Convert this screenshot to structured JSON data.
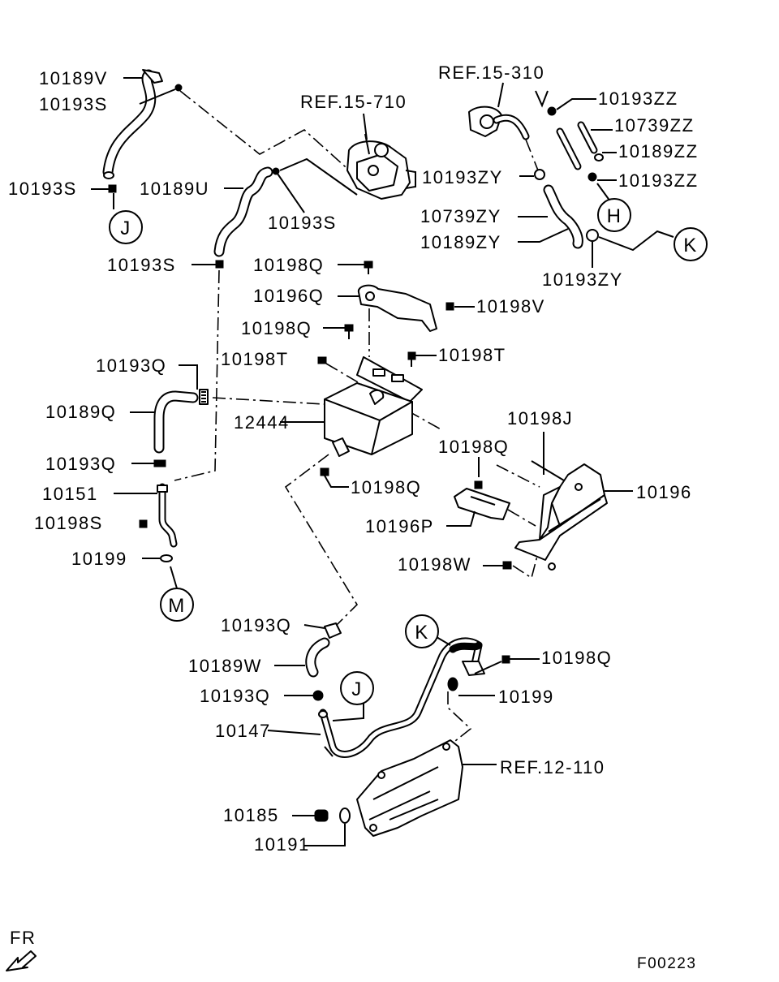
{
  "diagram_code": "F00223",
  "direction_label": "FR",
  "callouts": {
    "c10189V": "10189V",
    "c10193S_a": "10193S",
    "c10193S_b": "10193S",
    "c10193S_c": "10193S",
    "c10193S_d": "10193S",
    "c10189U": "10189U",
    "cref15710": "REF.15-710",
    "cref15310": "REF.15-310",
    "c10193ZZ_a": "10193ZZ",
    "c10739ZZ": "10739ZZ",
    "c10189ZZ": "10189ZZ",
    "c10193ZZ_b": "10193ZZ",
    "c10193ZY_a": "10193ZY",
    "c10739ZY": "10739ZY",
    "c10189ZY": "10189ZY",
    "c10193ZY_b": "10193ZY",
    "c10198Q_a": "10198Q",
    "c10196Q": "10196Q",
    "c10198V": "10198V",
    "c10198Q_b": "10198Q",
    "c10198T_a": "10198T",
    "c10198T_b": "10198T",
    "c10193Q_a": "10193Q",
    "c10189Q": "10189Q",
    "c12444": "12444",
    "c10193Q_b": "10193Q",
    "c10151": "10151",
    "c10198S": "10198S",
    "c10199_a": "10199",
    "c10198J": "10198J",
    "c10198Q_c": "10198Q",
    "c10198Q_d": "10198Q",
    "c10196": "10196",
    "c10196P": "10196P",
    "c10198W": "10198W",
    "c10193Q_c": "10193Q",
    "c10189W": "10189W",
    "c10193Q_d": "10193Q",
    "c10147": "10147",
    "c10198Q_e": "10198Q",
    "c10199_b": "10199",
    "cref12110": "REF.12-110",
    "c10185": "10185",
    "c10191": "10191"
  },
  "connectors": {
    "J1": "J",
    "J2": "J",
    "H": "H",
    "K1": "K",
    "K2": "K",
    "M": "M"
  }
}
